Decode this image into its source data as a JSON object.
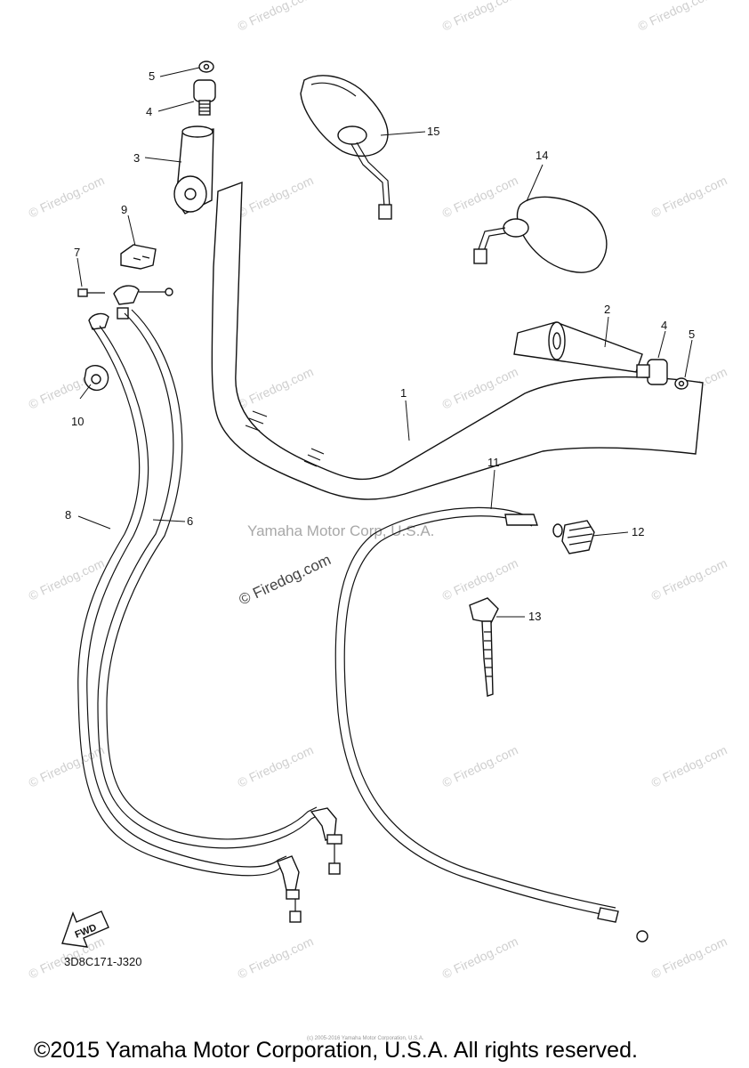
{
  "callouts": [
    {
      "id": "c5a",
      "text": "5"
    },
    {
      "id": "c4a",
      "text": "4"
    },
    {
      "id": "c3",
      "text": "3"
    },
    {
      "id": "c9",
      "text": "9"
    },
    {
      "id": "c7",
      "text": "7"
    },
    {
      "id": "c10",
      "text": "10"
    },
    {
      "id": "c8",
      "text": "8"
    },
    {
      "id": "c6",
      "text": "6"
    },
    {
      "id": "c15",
      "text": "15"
    },
    {
      "id": "c14",
      "text": "14"
    },
    {
      "id": "c2",
      "text": "2"
    },
    {
      "id": "c4b",
      "text": "4"
    },
    {
      "id": "c5b",
      "text": "5"
    },
    {
      "id": "c1",
      "text": "1"
    },
    {
      "id": "c11",
      "text": "11"
    },
    {
      "id": "c12",
      "text": "12"
    },
    {
      "id": "c13",
      "text": "13"
    }
  ],
  "watermark": {
    "small": "© Firedog.com",
    "center_brand": "Yamaha Motor Corp, U.S.A.",
    "center_site": "© Firedog.com"
  },
  "fwd_label": "FWD",
  "diagram_code": "3D8C171-J320",
  "tiny_notice": "(c) 2005-2016 Yamaha Motor Corporation, U.S.A.",
  "footer": {
    "copyright": "©2015 Yamaha Motor Corporation, U.S.A. All rights reserved."
  }
}
